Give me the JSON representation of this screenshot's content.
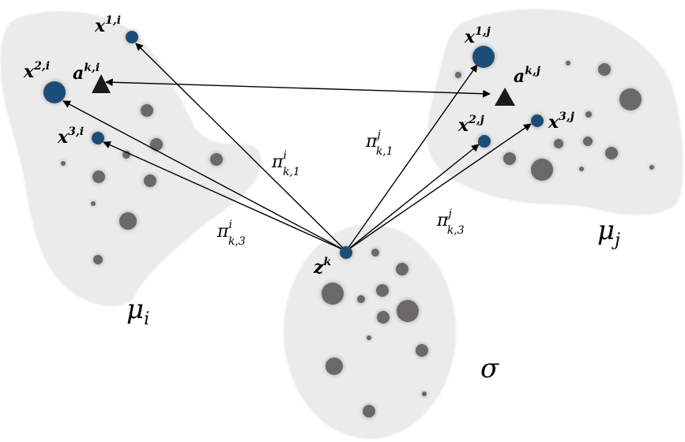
{
  "labels": {
    "x1i": {
      "base": "x",
      "sup": "1,i"
    },
    "x2i": {
      "base": "x",
      "sup": "2,i"
    },
    "x3i": {
      "base": "x",
      "sup": "3,i"
    },
    "aki": {
      "base": "a",
      "sup": "k,i"
    },
    "x1j": {
      "base": "x",
      "sup": "1,j"
    },
    "x2j": {
      "base": "x",
      "sup": "2,j"
    },
    "x3j": {
      "base": "x",
      "sup": "3,j"
    },
    "akj": {
      "base": "a",
      "sup": "k,j"
    },
    "zk": {
      "base": "z",
      "sup": "k"
    },
    "pi_k1_i": {
      "base": "π",
      "sup": "i",
      "sub": "k,1"
    },
    "pi_k3_i": {
      "base": "π",
      "sup": "i",
      "sub": "k,3"
    },
    "pi_k1_j": {
      "base": "π",
      "sup": "j",
      "sub": "k,1"
    },
    "pi_k3_j": {
      "base": "π",
      "sup": "j",
      "sub": "k,3"
    },
    "mu_i": {
      "base": "μ",
      "sub": "i"
    },
    "mu_j": {
      "base": "μ",
      "sub": "j"
    },
    "sigma": {
      "base": "σ"
    }
  },
  "colors": {
    "blob": "#ececec",
    "blob_edge": "#d8d8d8",
    "grey_dot": "#6b6767",
    "blue_dot": "#1f4e79",
    "triangle": "#1a1a1a",
    "arrow": "#000000"
  }
}
